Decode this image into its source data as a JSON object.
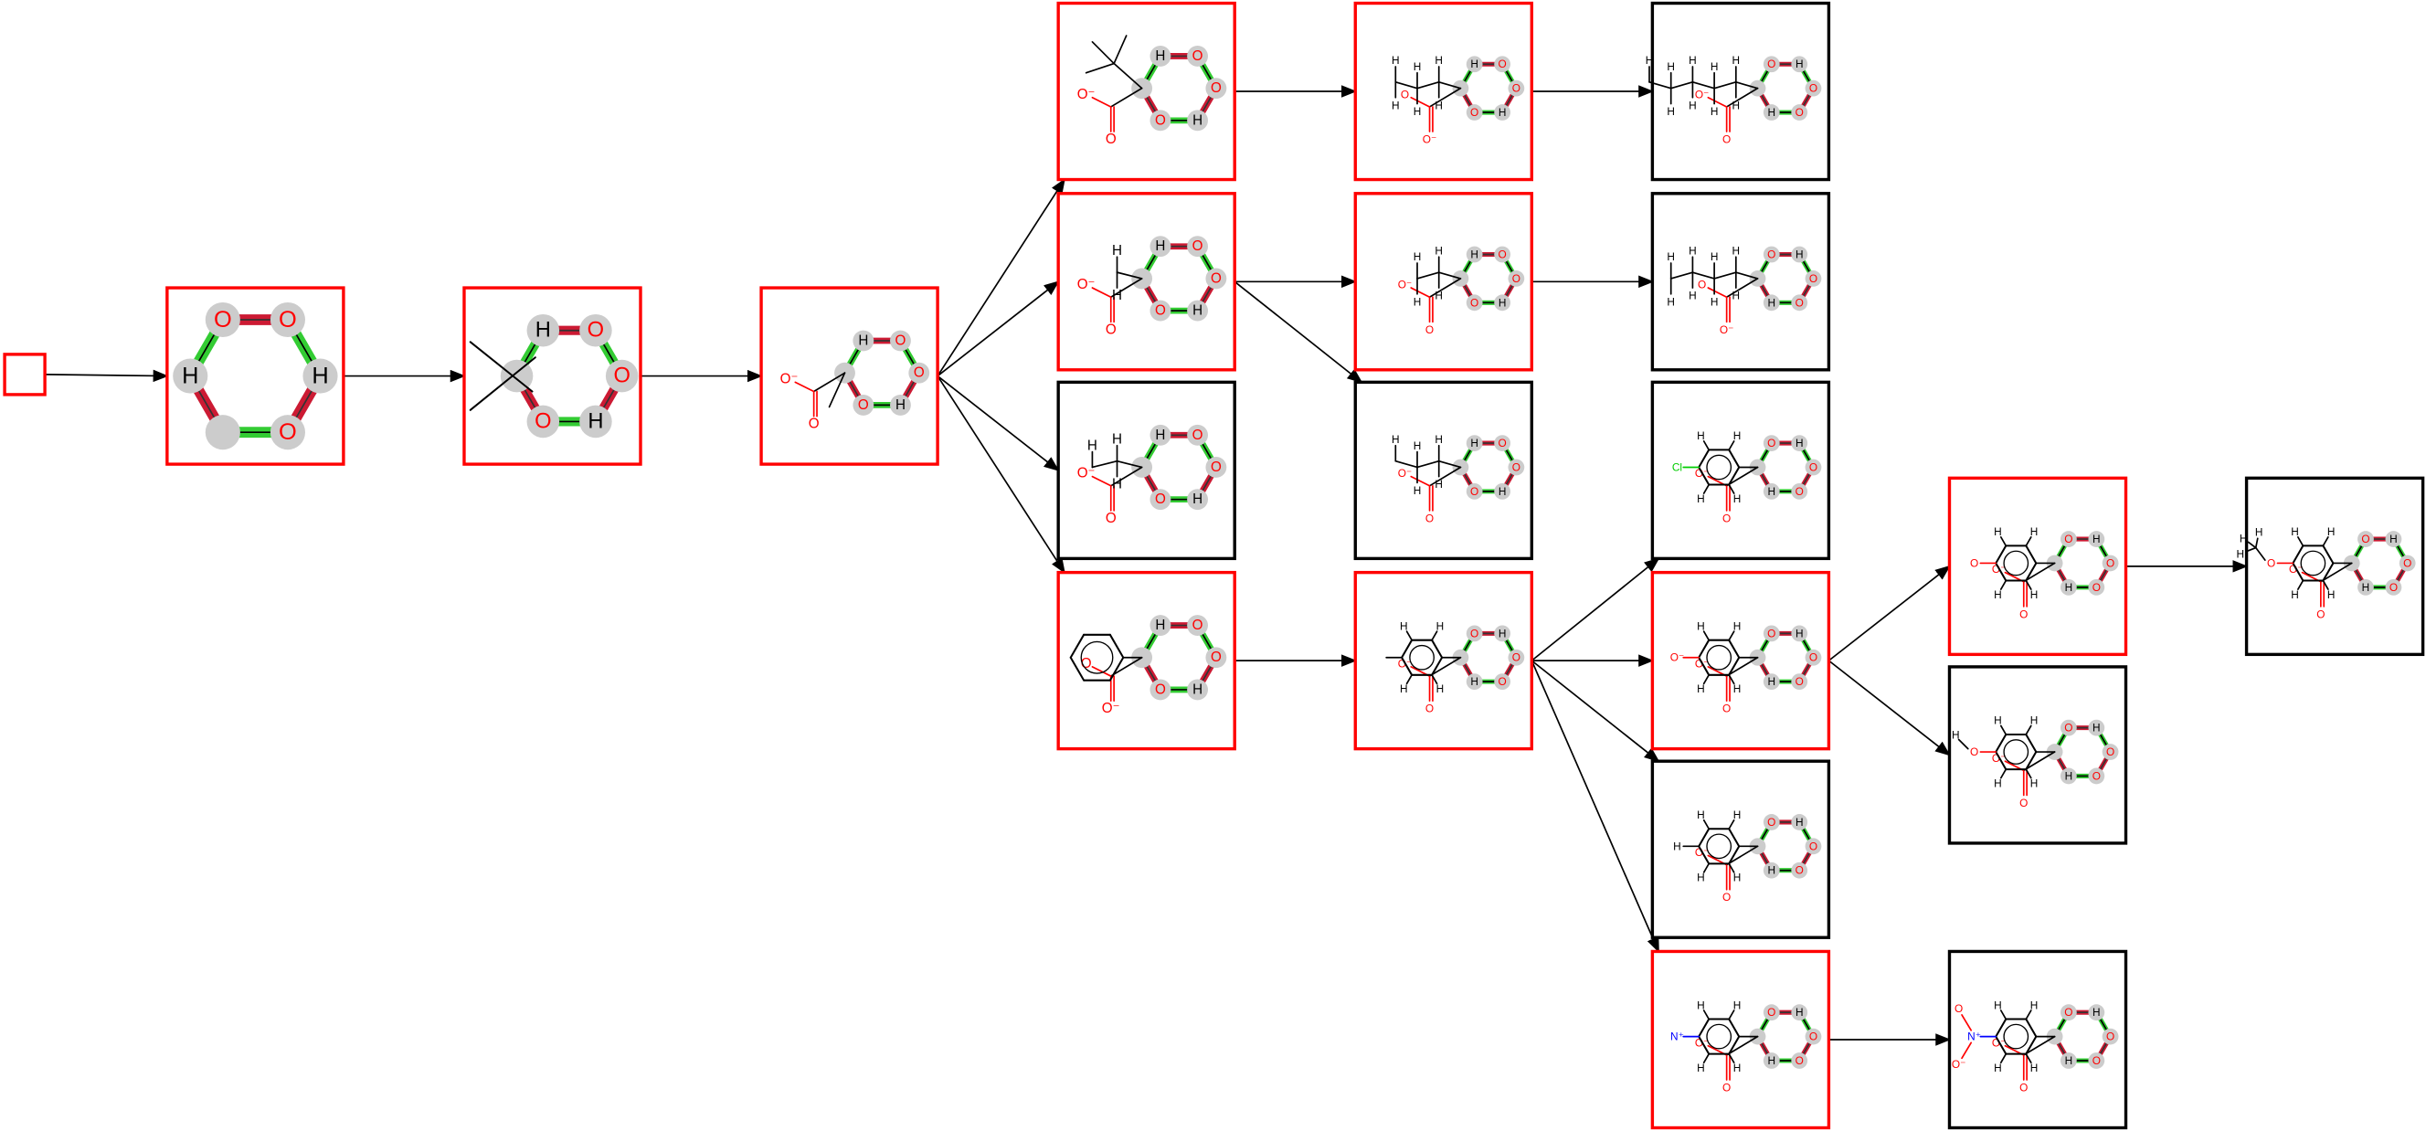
{
  "colors": {
    "selected": "#ff0000",
    "unselected": "#000000",
    "broken_bond": "#cc1a33",
    "formed_bond": "#33cc33",
    "atom_highlight": "#cccccc",
    "oxygen": "#ff0000",
    "nitrogen": "#0000ff",
    "chlorine": "#00cc00"
  },
  "nodes": [
    {
      "id": "root",
      "selected": true,
      "kind": "empty"
    },
    {
      "id": "n1",
      "selected": true,
      "kind": "core",
      "ring": [
        "H",
        "O",
        "O",
        "H",
        "O",
        ""
      ]
    },
    {
      "id": "n2",
      "selected": true,
      "kind": "tbu-core",
      "ring": [
        "",
        "H",
        "O",
        "O",
        "H",
        "O"
      ]
    },
    {
      "id": "n3",
      "selected": true,
      "kind": "methyl",
      "ring": [
        "",
        "H",
        "O",
        "O",
        "H",
        "O"
      ],
      "carboxylate": [
        "O⁻",
        "O"
      ]
    },
    {
      "id": "c4a",
      "selected": true,
      "kind": "tbutyl",
      "ring": [
        "",
        "H",
        "O",
        "O",
        "H",
        "O"
      ],
      "carboxylate": [
        "O⁻",
        "O"
      ]
    },
    {
      "id": "c4b",
      "selected": true,
      "kind": "ethyl",
      "ring": [
        "",
        "H",
        "O",
        "O",
        "H",
        "O"
      ],
      "carboxylate": [
        "O⁻",
        "O"
      ],
      "hydrogens": [
        "H",
        "H"
      ]
    },
    {
      "id": "c4c",
      "selected": false,
      "kind": "ethyl",
      "ring": [
        "",
        "H",
        "O",
        "O",
        "H",
        "O"
      ],
      "carboxylate": [
        "O⁻",
        "O"
      ],
      "hydrogens": [
        "H",
        "H",
        "H"
      ]
    },
    {
      "id": "c4d",
      "selected": true,
      "kind": "phenyl",
      "ring": [
        "",
        "H",
        "O",
        "O",
        "H",
        "O"
      ],
      "carboxylate": [
        "O",
        "O⁻"
      ]
    },
    {
      "id": "c5a",
      "selected": true,
      "kind": "alkyl",
      "ring": [
        "",
        "H",
        "O",
        "O",
        "H",
        "O"
      ],
      "carboxylate": [
        "O",
        "O⁻"
      ],
      "hydrogens": [
        "H",
        "H",
        "H",
        "H",
        "H",
        "H"
      ]
    },
    {
      "id": "c5b",
      "selected": true,
      "kind": "alkyl",
      "ring": [
        "",
        "H",
        "O",
        "O",
        "H",
        "O"
      ],
      "carboxylate": [
        "O⁻",
        "O"
      ],
      "hydrogens": [
        "H",
        "H",
        "H",
        "H"
      ]
    },
    {
      "id": "c5c",
      "selected": false,
      "kind": "alkyl",
      "ring": [
        "",
        "H",
        "O",
        "O",
        "H",
        "O"
      ],
      "carboxylate": [
        "O⁻",
        "O"
      ],
      "hydrogens": [
        "H",
        "H",
        "H",
        "H",
        "H"
      ]
    },
    {
      "id": "c5d",
      "selected": true,
      "kind": "aryl",
      "ring": [
        "",
        "O",
        "H",
        "O",
        "O",
        "H"
      ],
      "carboxylate": [
        "O⁻",
        "O"
      ],
      "hydrogens": [
        "H",
        "H",
        "H",
        "H",
        "H"
      ],
      "para": ""
    },
    {
      "id": "c6a",
      "selected": false,
      "kind": "alkyl",
      "ring": [
        "",
        "O",
        "H",
        "O",
        "O",
        "H"
      ],
      "carboxylate": [
        "O⁻",
        "O"
      ],
      "hydrogens": [
        "H",
        "H",
        "H",
        "H",
        "H",
        "H",
        "H",
        "H",
        "H"
      ]
    },
    {
      "id": "c6b",
      "selected": false,
      "kind": "alkyl",
      "ring": [
        "",
        "O",
        "H",
        "O",
        "O",
        "H"
      ],
      "carboxylate": [
        "O",
        "O⁻"
      ],
      "hydrogens": [
        "H",
        "H",
        "H",
        "H",
        "H",
        "H",
        "H",
        "H"
      ]
    },
    {
      "id": "c6c",
      "selected": false,
      "kind": "aryl",
      "ring": [
        "",
        "O",
        "H",
        "O",
        "O",
        "H"
      ],
      "carboxylate": [
        "O⁻",
        "O"
      ],
      "hydrogens": [
        "H",
        "H",
        "H",
        "H"
      ],
      "para": "Cl",
      "para_color": "chlorine"
    },
    {
      "id": "c6d",
      "selected": true,
      "kind": "aryl",
      "ring": [
        "",
        "O",
        "H",
        "O",
        "O",
        "H"
      ],
      "carboxylate": [
        "O⁻",
        "O"
      ],
      "hydrogens": [
        "H",
        "H",
        "H",
        "H"
      ],
      "para": "O⁻",
      "para_color": "oxygen"
    },
    {
      "id": "c6e",
      "selected": false,
      "kind": "aryl",
      "ring": [
        "",
        "O",
        "H",
        "O",
        "O",
        "H"
      ],
      "carboxylate": [
        "O⁻",
        "O"
      ],
      "hydrogens": [
        "H",
        "H",
        "H",
        "H"
      ],
      "para": "H",
      "para_color": "unselected"
    },
    {
      "id": "c6f",
      "selected": true,
      "kind": "aryl",
      "ring": [
        "",
        "O",
        "H",
        "O",
        "O",
        "H"
      ],
      "carboxylate": [
        "O⁻",
        "O"
      ],
      "hydrogens": [
        "H",
        "H",
        "H",
        "H"
      ],
      "para": "N⁺",
      "para_color": "nitrogen"
    },
    {
      "id": "c7a",
      "selected": true,
      "kind": "aryl",
      "ring": [
        "",
        "O",
        "H",
        "O",
        "O",
        "H"
      ],
      "carboxylate": [
        "O⁻",
        "O"
      ],
      "hydrogens": [
        "H",
        "H",
        "H",
        "H"
      ],
      "para": "O",
      "para_color": "oxygen"
    },
    {
      "id": "c7b",
      "selected": false,
      "kind": "aryl",
      "ring": [
        "",
        "O",
        "H",
        "O",
        "O",
        "H"
      ],
      "carboxylate": [
        "O⁻",
        "O"
      ],
      "hydrogens": [
        "H",
        "H",
        "H",
        "H"
      ],
      "para": "O",
      "para_color": "oxygen",
      "para_h": "H"
    },
    {
      "id": "c7c",
      "selected": false,
      "kind": "aryl",
      "ring": [
        "",
        "O",
        "H",
        "O",
        "O",
        "H"
      ],
      "carboxylate": [
        "O⁻",
        "O"
      ],
      "hydrogens": [
        "H",
        "H",
        "H",
        "H"
      ],
      "para": "N⁺",
      "para_color": "nitrogen",
      "nitro": [
        "O",
        "O⁻"
      ]
    },
    {
      "id": "c8",
      "selected": false,
      "kind": "aryl",
      "ring": [
        "",
        "O",
        "H",
        "O",
        "O",
        "H"
      ],
      "carboxylate": [
        "O⁻",
        "O"
      ],
      "hydrogens": [
        "H",
        "H",
        "H",
        "H"
      ],
      "para": "O",
      "para_color": "oxygen",
      "methoxy_h": [
        "H",
        "H",
        "H"
      ]
    }
  ],
  "edges": [
    [
      "root",
      "n1"
    ],
    [
      "n1",
      "n2"
    ],
    [
      "n2",
      "n3"
    ],
    [
      "n3",
      "c4a"
    ],
    [
      "n3",
      "c4b"
    ],
    [
      "n3",
      "c4c"
    ],
    [
      "n3",
      "c4d"
    ],
    [
      "c4a",
      "c5a"
    ],
    [
      "c4b",
      "c5b"
    ],
    [
      "c4b",
      "c5c"
    ],
    [
      "c4d",
      "c5d"
    ],
    [
      "c5a",
      "c6a"
    ],
    [
      "c5b",
      "c6b"
    ],
    [
      "c5d",
      "c6c"
    ],
    [
      "c5d",
      "c6d"
    ],
    [
      "c5d",
      "c6e"
    ],
    [
      "c5d",
      "c6f"
    ],
    [
      "c6d",
      "c7a"
    ],
    [
      "c6d",
      "c7b"
    ],
    [
      "c6f",
      "c7c"
    ],
    [
      "c7a",
      "c8"
    ]
  ]
}
